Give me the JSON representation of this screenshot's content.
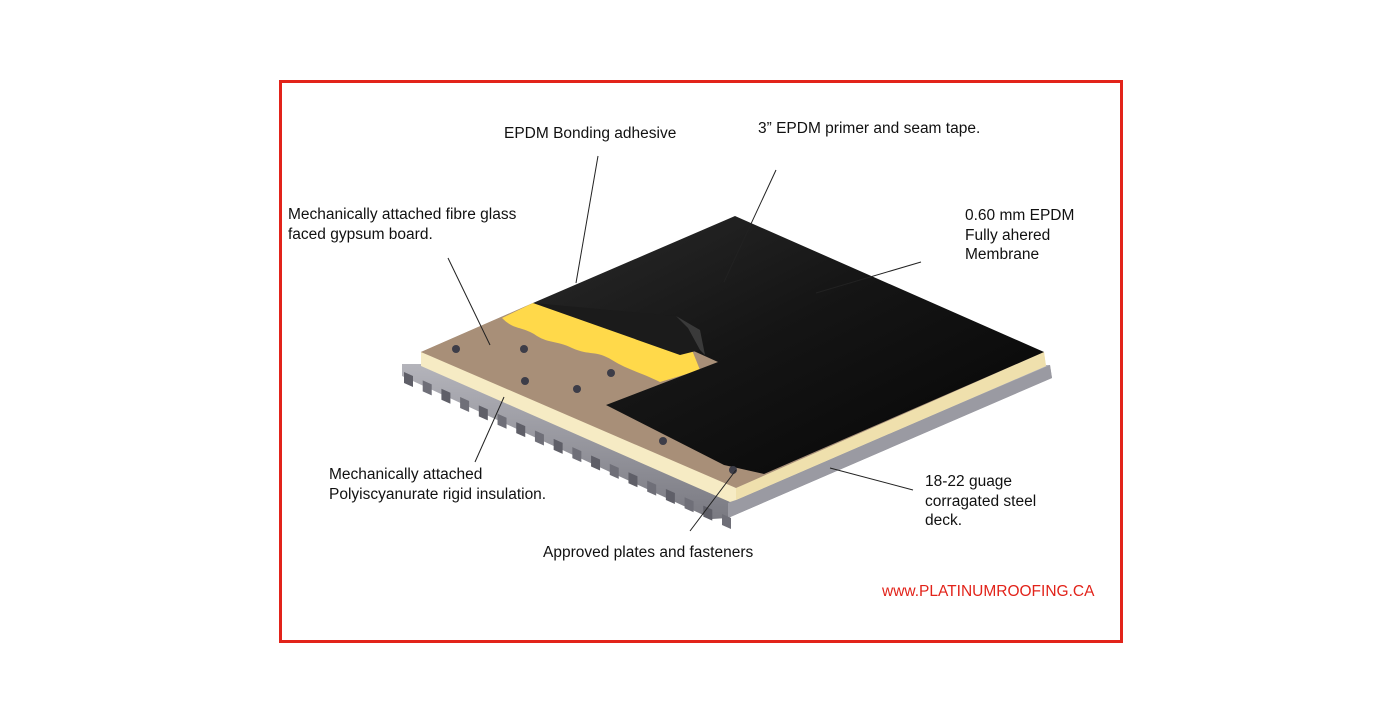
{
  "colors": {
    "frame": "#e2231a",
    "membrane": "#111111",
    "adhesive": "#ffd94a",
    "gypsum_board": "#a88f78",
    "insulation": "#f6ebc4",
    "steel_deck": "#8e8e96",
    "website": "#e2231a"
  },
  "labels": {
    "bonding_adhesive": "EPDM Bonding adhesive",
    "primer_seam_tape": "3” EPDM primer and seam tape.",
    "gypsum_board": [
      "Mechanically attached fibre glass",
      "faced gypsum board."
    ],
    "membrane": [
      "0.60 mm EPDM",
      "Fully ahered",
      "Membrane"
    ],
    "insulation": [
      "Mechanically attached",
      "Polyiscyanurate rigid insulation."
    ],
    "steel_deck": [
      "18-22 guage",
      "corragated steel",
      "deck."
    ],
    "fasteners": "Approved plates and fasteners"
  },
  "website": "www.PLATINUMROOFING.CA"
}
